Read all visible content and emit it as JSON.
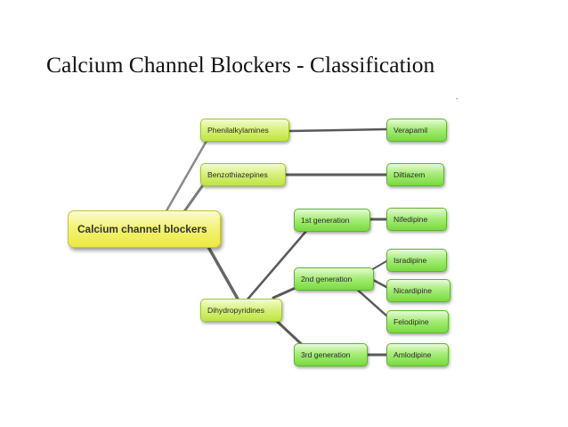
{
  "title": "Calcium Channel Blockers - Classification",
  "corner_mark": "-",
  "diagram": {
    "root": "Calcium channel blockers",
    "classes": {
      "phenylalkylamines": "Phenilalkylamines",
      "benzothiazepines": "Benzothiazepines",
      "dihydropyridines": "Dihydropyridines"
    },
    "generations": {
      "first": "1st generation",
      "second": "2nd generation",
      "third": "3rd generation"
    },
    "drugs": {
      "verapamil": "Verapamil",
      "diltiazem": "Diltiazem",
      "nifedipine": "Nifedipine",
      "isradipine": "Isradipine",
      "nicardipine": "Nicardipine",
      "felodipine": "Felodipine",
      "amlodipine": "Amlodipine"
    },
    "colors": {
      "root": "#eceb48",
      "class_node": "#d4ef74",
      "leaf_node": "#8fe25a",
      "connector": "#5a5a5a"
    }
  }
}
